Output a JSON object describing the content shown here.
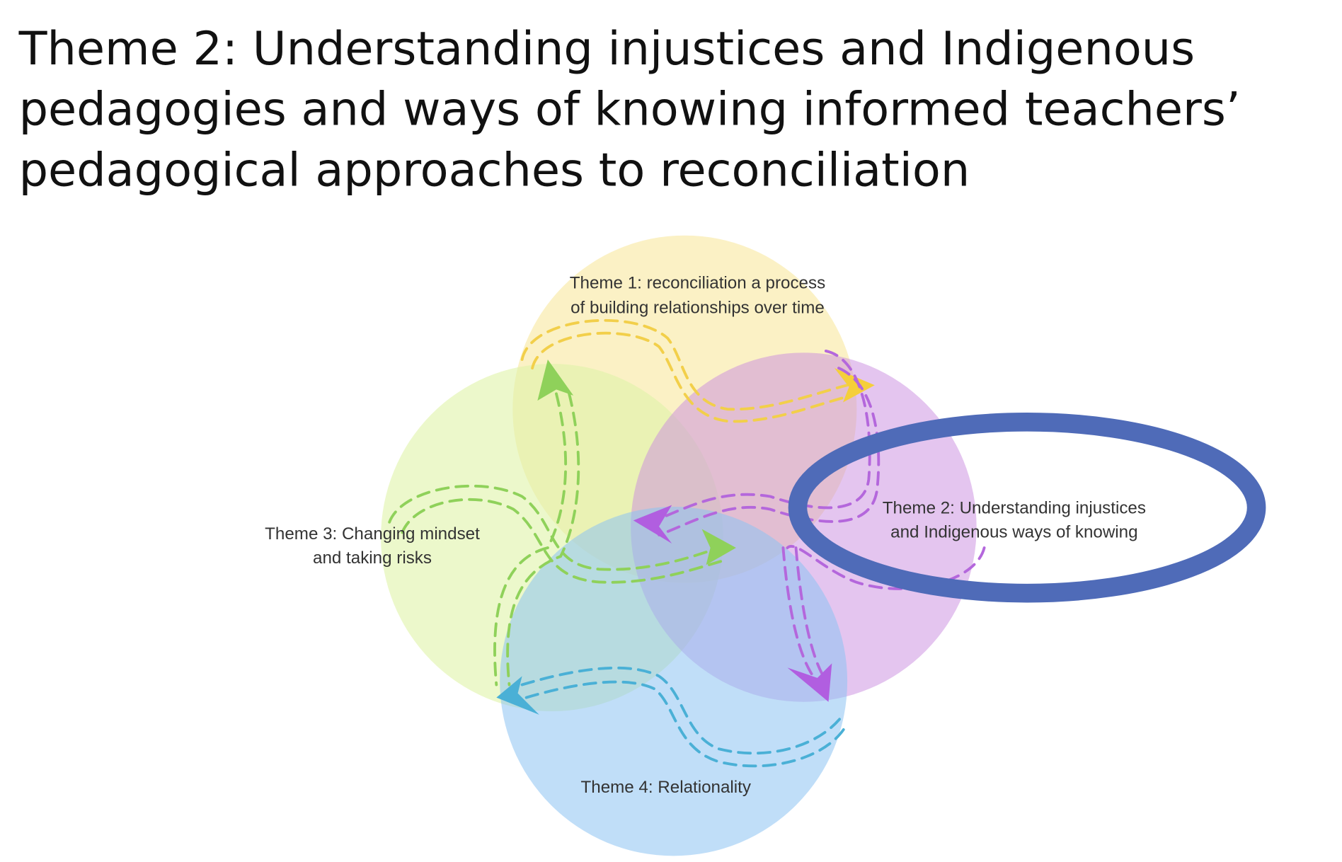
{
  "slide": {
    "title_lines": [
      "Theme 2: Understanding injustices and Indigenous",
      "pedagogies and ways of knowing informed teachers’",
      "pedagogical approaches to reconciliation"
    ]
  },
  "diagram": {
    "themes": [
      {
        "lines": [
          "Theme 1: reconciliation a process",
          "of building relationships over time"
        ],
        "color": "#f9e79f"
      },
      {
        "lines": [
          "Theme 2: Understanding injustices",
          "and Indigenous ways of knowing"
        ],
        "color": "#d7a8ea"
      },
      {
        "lines": [
          "Theme 3: Changing mindset",
          "and taking risks"
        ],
        "color": "#e3f5b0"
      },
      {
        "lines": [
          "Theme 4: Relationality"
        ],
        "color": "#a9d2f5"
      }
    ],
    "highlight_color": "#4f6bb8"
  }
}
